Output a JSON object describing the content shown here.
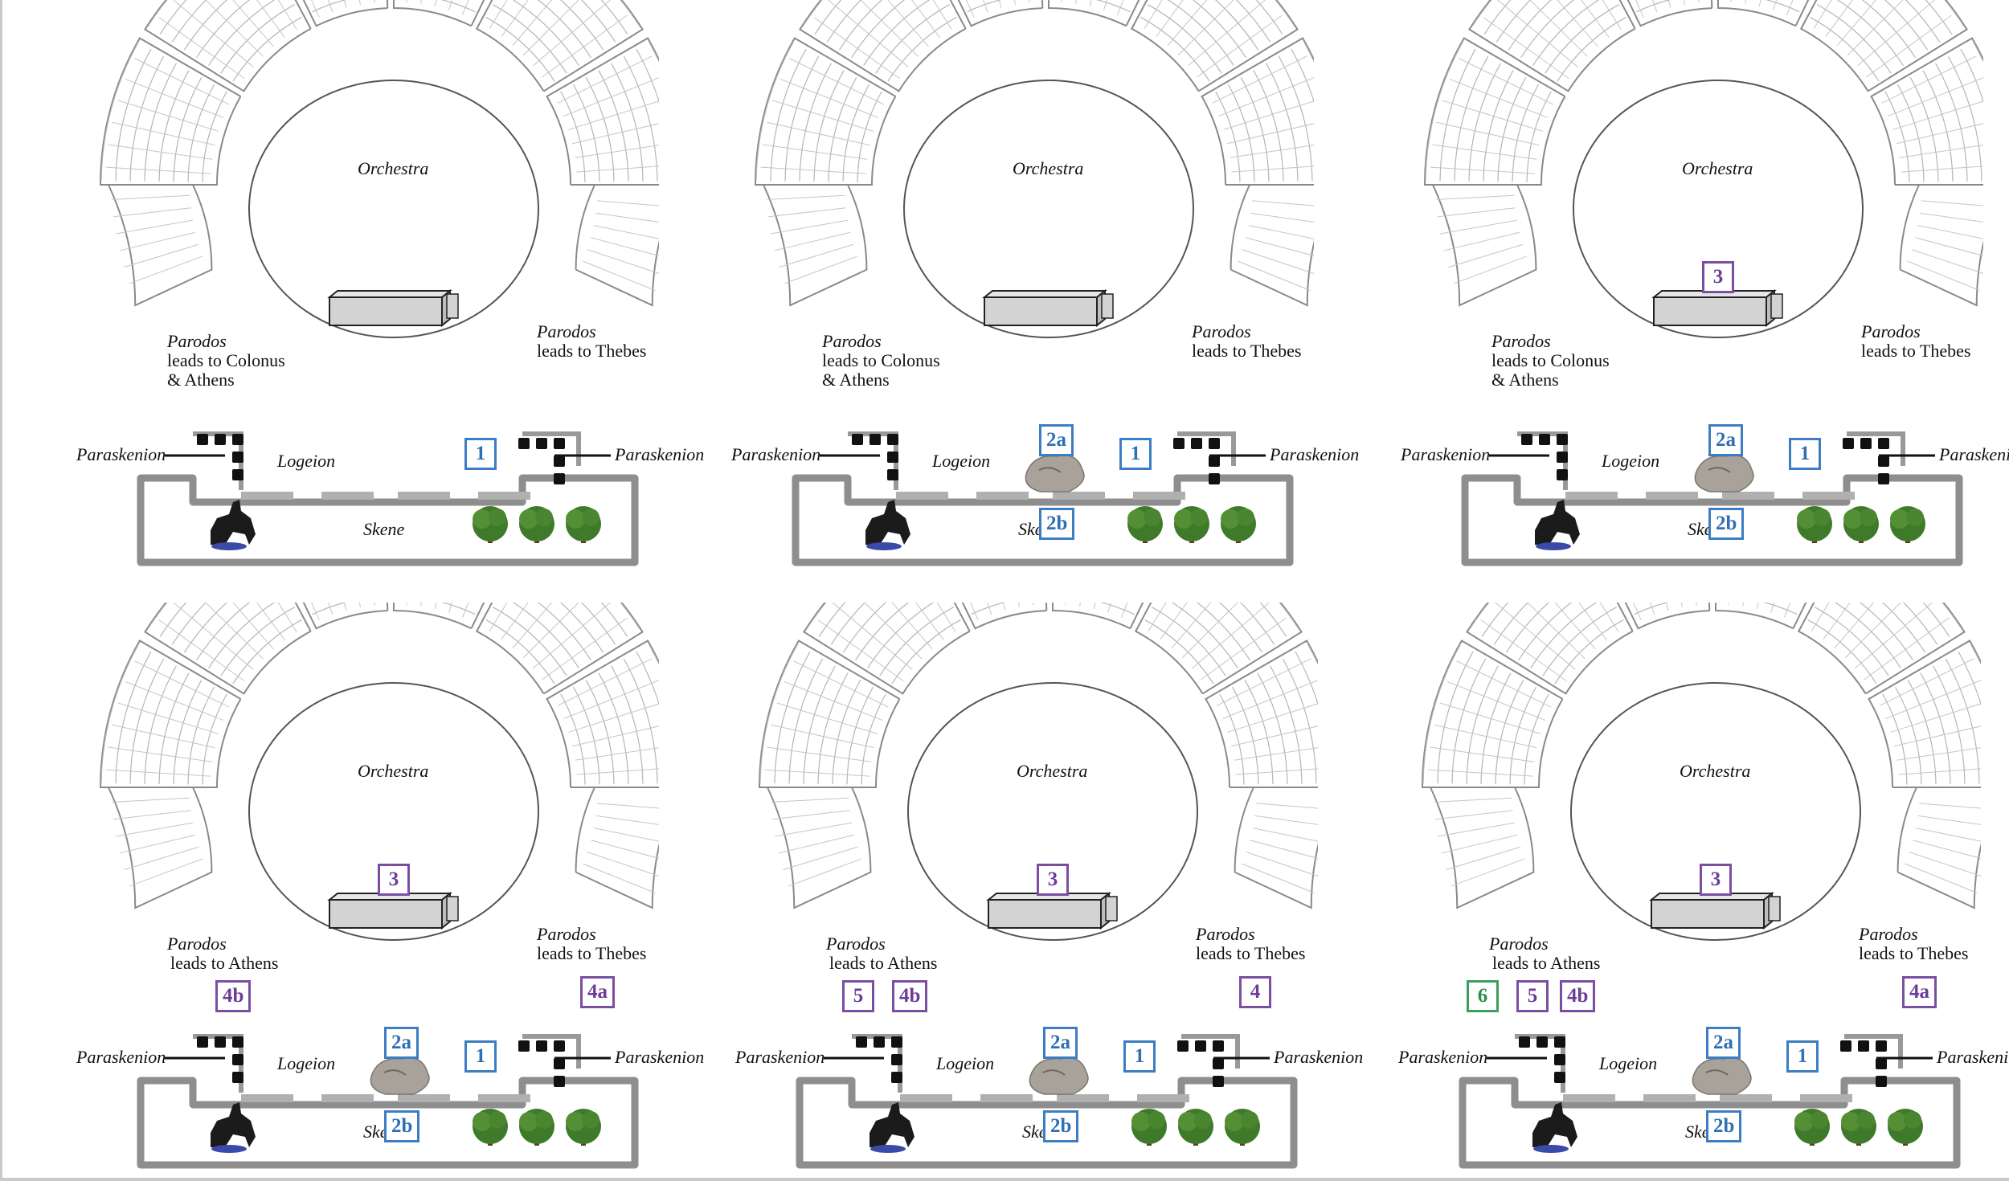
{
  "labels": {
    "orchestra": "Orchestra",
    "parodos": "Parodos",
    "leads_colonus_1": "leads to Colonus",
    "leads_colonus_2": "& Athens",
    "leads_athens": "leads to Athens",
    "leads_thebes": "leads to Thebes",
    "paraskenion": "Paraskenion",
    "logeion": "Logeion",
    "skene": "Skene"
  },
  "colors": {
    "blue": "#3c7dc4",
    "purple": "#7a4fa3",
    "green": "#3aa15a",
    "tree": "#3f7a2a",
    "altar": "#d3d3d3"
  },
  "icons": [
    "statue-icon",
    "rock-icon",
    "tree-icon",
    "altar-icon",
    "seat-block-icon"
  ],
  "panels": [
    {
      "id": "p1",
      "left_parodos": "colonus",
      "rock": false,
      "badges": [
        {
          "text": "1",
          "color": "blue",
          "pos": "scene_right"
        }
      ]
    },
    {
      "id": "p2",
      "left_parodos": "colonus",
      "rock": true,
      "badges": [
        {
          "text": "2a",
          "color": "blue",
          "pos": "rock_top"
        },
        {
          "text": "2b",
          "color": "blue",
          "pos": "skene_door"
        },
        {
          "text": "1",
          "color": "blue",
          "pos": "scene_right"
        }
      ]
    },
    {
      "id": "p3",
      "left_parodos": "colonus",
      "rock": true,
      "badges": [
        {
          "text": "3",
          "color": "purple",
          "pos": "altar_top"
        },
        {
          "text": "2a",
          "color": "blue",
          "pos": "rock_top"
        },
        {
          "text": "2b",
          "color": "blue",
          "pos": "skene_door"
        },
        {
          "text": "1",
          "color": "blue",
          "pos": "scene_right"
        }
      ]
    },
    {
      "id": "p4",
      "left_parodos": "athens",
      "rock": true,
      "badges": [
        {
          "text": "3",
          "color": "purple",
          "pos": "altar_top"
        },
        {
          "text": "4b",
          "color": "purple",
          "pos": "left_1"
        },
        {
          "text": "4a",
          "color": "purple",
          "pos": "right_parodos"
        },
        {
          "text": "2a",
          "color": "blue",
          "pos": "rock_top"
        },
        {
          "text": "2b",
          "color": "blue",
          "pos": "skene_door"
        },
        {
          "text": "1",
          "color": "blue",
          "pos": "scene_right"
        }
      ]
    },
    {
      "id": "p5",
      "left_parodos": "athens",
      "rock": true,
      "badges": [
        {
          "text": "3",
          "color": "purple",
          "pos": "altar_top"
        },
        {
          "text": "5",
          "color": "purple",
          "pos": "left_a"
        },
        {
          "text": "4b",
          "color": "purple",
          "pos": "left_b"
        },
        {
          "text": "4",
          "color": "purple",
          "pos": "right_parodos"
        },
        {
          "text": "2a",
          "color": "blue",
          "pos": "rock_top"
        },
        {
          "text": "2b",
          "color": "blue",
          "pos": "skene_door"
        },
        {
          "text": "1",
          "color": "blue",
          "pos": "scene_right"
        }
      ]
    },
    {
      "id": "p6",
      "left_parodos": "athens",
      "rock": true,
      "badges": [
        {
          "text": "3",
          "color": "purple",
          "pos": "altar_top"
        },
        {
          "text": "6",
          "color": "green",
          "pos": "left_g"
        },
        {
          "text": "5",
          "color": "purple",
          "pos": "left_a2"
        },
        {
          "text": "4b",
          "color": "purple",
          "pos": "left_b2"
        },
        {
          "text": "4a",
          "color": "purple",
          "pos": "right_parodos"
        },
        {
          "text": "2a",
          "color": "blue",
          "pos": "rock_top"
        },
        {
          "text": "2b",
          "color": "blue",
          "pos": "skene_door"
        },
        {
          "text": "1",
          "color": "blue",
          "pos": "scene_right"
        }
      ]
    }
  ]
}
